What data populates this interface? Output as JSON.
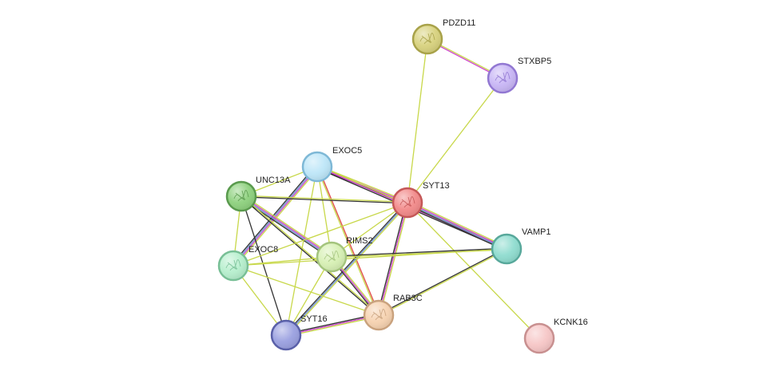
{
  "network": {
    "nodes": [
      {
        "id": "PDZD11",
        "label": "PDZD11",
        "color": "#d8d27e",
        "stroke": "#a8a24a",
        "has_structure": true
      },
      {
        "id": "STXBP5",
        "label": "STXBP5",
        "color": "#c8b6f5",
        "stroke": "#9278d2",
        "has_structure": true
      },
      {
        "id": "EXOC5",
        "label": "EXOC5",
        "color": "#bde6f8",
        "stroke": "#7eb8d6",
        "has_structure": false
      },
      {
        "id": "UNC13A",
        "label": "UNC13A",
        "color": "#8ed17e",
        "stroke": "#5a9a4e",
        "has_structure": true
      },
      {
        "id": "SYT13",
        "label": "SYT13",
        "color": "#f28a8a",
        "stroke": "#c45858",
        "has_structure": true
      },
      {
        "id": "VAMP1",
        "label": "VAMP1",
        "color": "#8fdccf",
        "stroke": "#58a89b",
        "has_structure": false
      },
      {
        "id": "RIMS2",
        "label": "RIMS2",
        "color": "#d7f0b4",
        "stroke": "#a4c47e",
        "has_structure": true
      },
      {
        "id": "EXOC8",
        "label": "EXOC8",
        "color": "#b6efcd",
        "stroke": "#78bf96",
        "has_structure": true
      },
      {
        "id": "RAB3C",
        "label": "RAB3C",
        "color": "#f6d2b0",
        "stroke": "#c9a27e",
        "has_structure": true
      },
      {
        "id": "SYT16",
        "label": "SYT16",
        "color": "#9aa0e0",
        "stroke": "#5a60a8",
        "has_structure": false
      },
      {
        "id": "KCNK16",
        "label": "KCNK16",
        "color": "#f6c6c6",
        "stroke": "#c89090",
        "has_structure": false
      }
    ],
    "edges": [
      {
        "source": "PDZD11",
        "target": "STXBP5",
        "colors": [
          "#c8d84a",
          "#cc44cc"
        ]
      },
      {
        "source": "PDZD11",
        "target": "SYT13",
        "colors": [
          "#c8d84a"
        ]
      },
      {
        "source": "STXBP5",
        "target": "SYT13",
        "colors": [
          "#c8d84a"
        ]
      },
      {
        "source": "EXOC5",
        "target": "SYT13",
        "colors": [
          "#c8d84a",
          "#cc44cc",
          "#333333"
        ]
      },
      {
        "source": "EXOC5",
        "target": "UNC13A",
        "colors": [
          "#c8d84a"
        ]
      },
      {
        "source": "EXOC5",
        "target": "EXOC8",
        "colors": [
          "#c8d84a",
          "#cc44cc",
          "#6a8fd0",
          "#333333"
        ]
      },
      {
        "source": "EXOC5",
        "target": "RIMS2",
        "colors": [
          "#c8d84a"
        ]
      },
      {
        "source": "EXOC5",
        "target": "RAB3C",
        "colors": [
          "#e04848",
          "#c8d84a"
        ]
      },
      {
        "source": "EXOC5",
        "target": "SYT16",
        "colors": [
          "#c8d84a"
        ]
      },
      {
        "source": "EXOC5",
        "target": "VAMP1",
        "colors": [
          "#c8d84a",
          "#cc44cc",
          "#333333"
        ]
      },
      {
        "source": "UNC13A",
        "target": "SYT13",
        "colors": [
          "#c8d84a",
          "#333333"
        ]
      },
      {
        "source": "UNC13A",
        "target": "RIMS2",
        "colors": [
          "#c8d84a",
          "#cc44cc",
          "#6a8fd0",
          "#333333"
        ]
      },
      {
        "source": "UNC13A",
        "target": "RAB3C",
        "colors": [
          "#c8d84a",
          "#333333"
        ]
      },
      {
        "source": "UNC13A",
        "target": "SYT16",
        "colors": [
          "#333333"
        ]
      },
      {
        "source": "UNC13A",
        "target": "EXOC8",
        "colors": [
          "#c8d84a"
        ]
      },
      {
        "source": "SYT13",
        "target": "VAMP1",
        "colors": [
          "#c8d84a",
          "#cc44cc",
          "#6a8fd0",
          "#333333"
        ]
      },
      {
        "source": "SYT13",
        "target": "RIMS2",
        "colors": [
          "#c8d84a"
        ]
      },
      {
        "source": "SYT13",
        "target": "RAB3C",
        "colors": [
          "#c8d84a",
          "#cc44cc",
          "#333333"
        ]
      },
      {
        "source": "SYT13",
        "target": "SYT16",
        "colors": [
          "#c8d84a",
          "#6a8fd0",
          "#333333"
        ]
      },
      {
        "source": "SYT13",
        "target": "EXOC8",
        "colors": [
          "#c8d84a"
        ]
      },
      {
        "source": "SYT13",
        "target": "KCNK16",
        "colors": [
          "#c8d84a"
        ]
      },
      {
        "source": "VAMP1",
        "target": "RIMS2",
        "colors": [
          "#c8d84a",
          "#333333"
        ]
      },
      {
        "source": "VAMP1",
        "target": "RAB3C",
        "colors": [
          "#c8d84a",
          "#333333"
        ]
      },
      {
        "source": "VAMP1",
        "target": "EXOC8",
        "colors": [
          "#c8d84a"
        ]
      },
      {
        "source": "RIMS2",
        "target": "RAB3C",
        "colors": [
          "#c8d84a",
          "#cc44cc",
          "#333333"
        ]
      },
      {
        "source": "RIMS2",
        "target": "EXOC8",
        "colors": [
          "#c8d84a"
        ]
      },
      {
        "source": "RIMS2",
        "target": "SYT16",
        "colors": [
          "#c8d84a"
        ]
      },
      {
        "source": "EXOC8",
        "target": "RAB3C",
        "colors": [
          "#c8d84a"
        ]
      },
      {
        "source": "EXOC8",
        "target": "SYT16",
        "colors": [
          "#c8d84a"
        ]
      },
      {
        "source": "RAB3C",
        "target": "SYT16",
        "colors": [
          "#c8d84a",
          "#cc44cc",
          "#333333"
        ]
      }
    ]
  }
}
